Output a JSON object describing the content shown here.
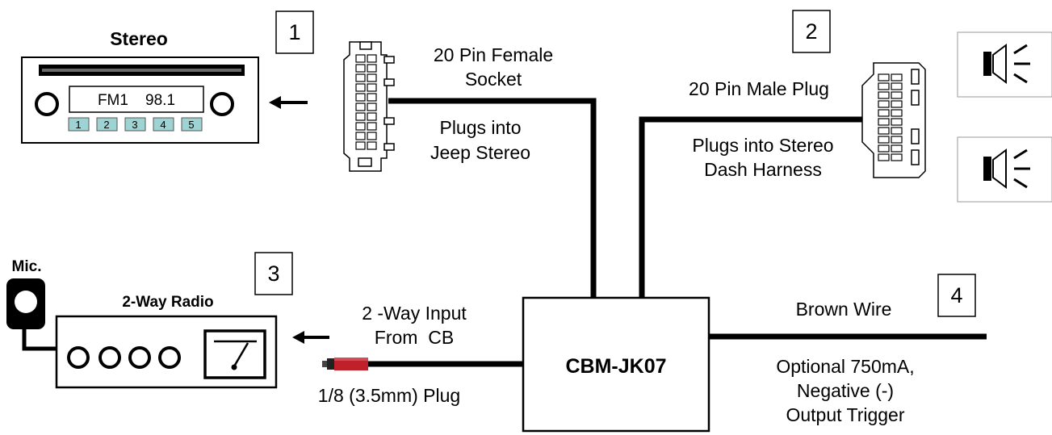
{
  "stereo": {
    "title": "Stereo",
    "display": "FM1    98.1",
    "presets": [
      "1",
      "2",
      "3",
      "4",
      "5"
    ]
  },
  "radio": {
    "title": "2-Way Radio",
    "mic_label": "Mic."
  },
  "module": {
    "label": "CBM-JK07"
  },
  "steps": [
    "1",
    "2",
    "3",
    "4"
  ],
  "female_socket": {
    "line1": "20 Pin Female",
    "line2": "Socket",
    "desc1": "Plugs into",
    "desc2": "Jeep Stereo"
  },
  "male_plug": {
    "line1": "20 Pin Male Plug",
    "desc1": "Plugs into Stereo",
    "desc2": "Dash Harness"
  },
  "input": {
    "line1": "2 -Way Input",
    "line2": "From  CB",
    "plug": "1/8 (3.5mm) Plug"
  },
  "trigger": {
    "wire": "Brown Wire",
    "line1": "Optional 750mA,",
    "line2": "Negative (-)",
    "line3": "Output Trigger"
  },
  "colors": {
    "display_bg": "#ffffff",
    "preset_fill": "#9fd3d3",
    "plug_red": "#c0202a",
    "wire": "#000000"
  }
}
